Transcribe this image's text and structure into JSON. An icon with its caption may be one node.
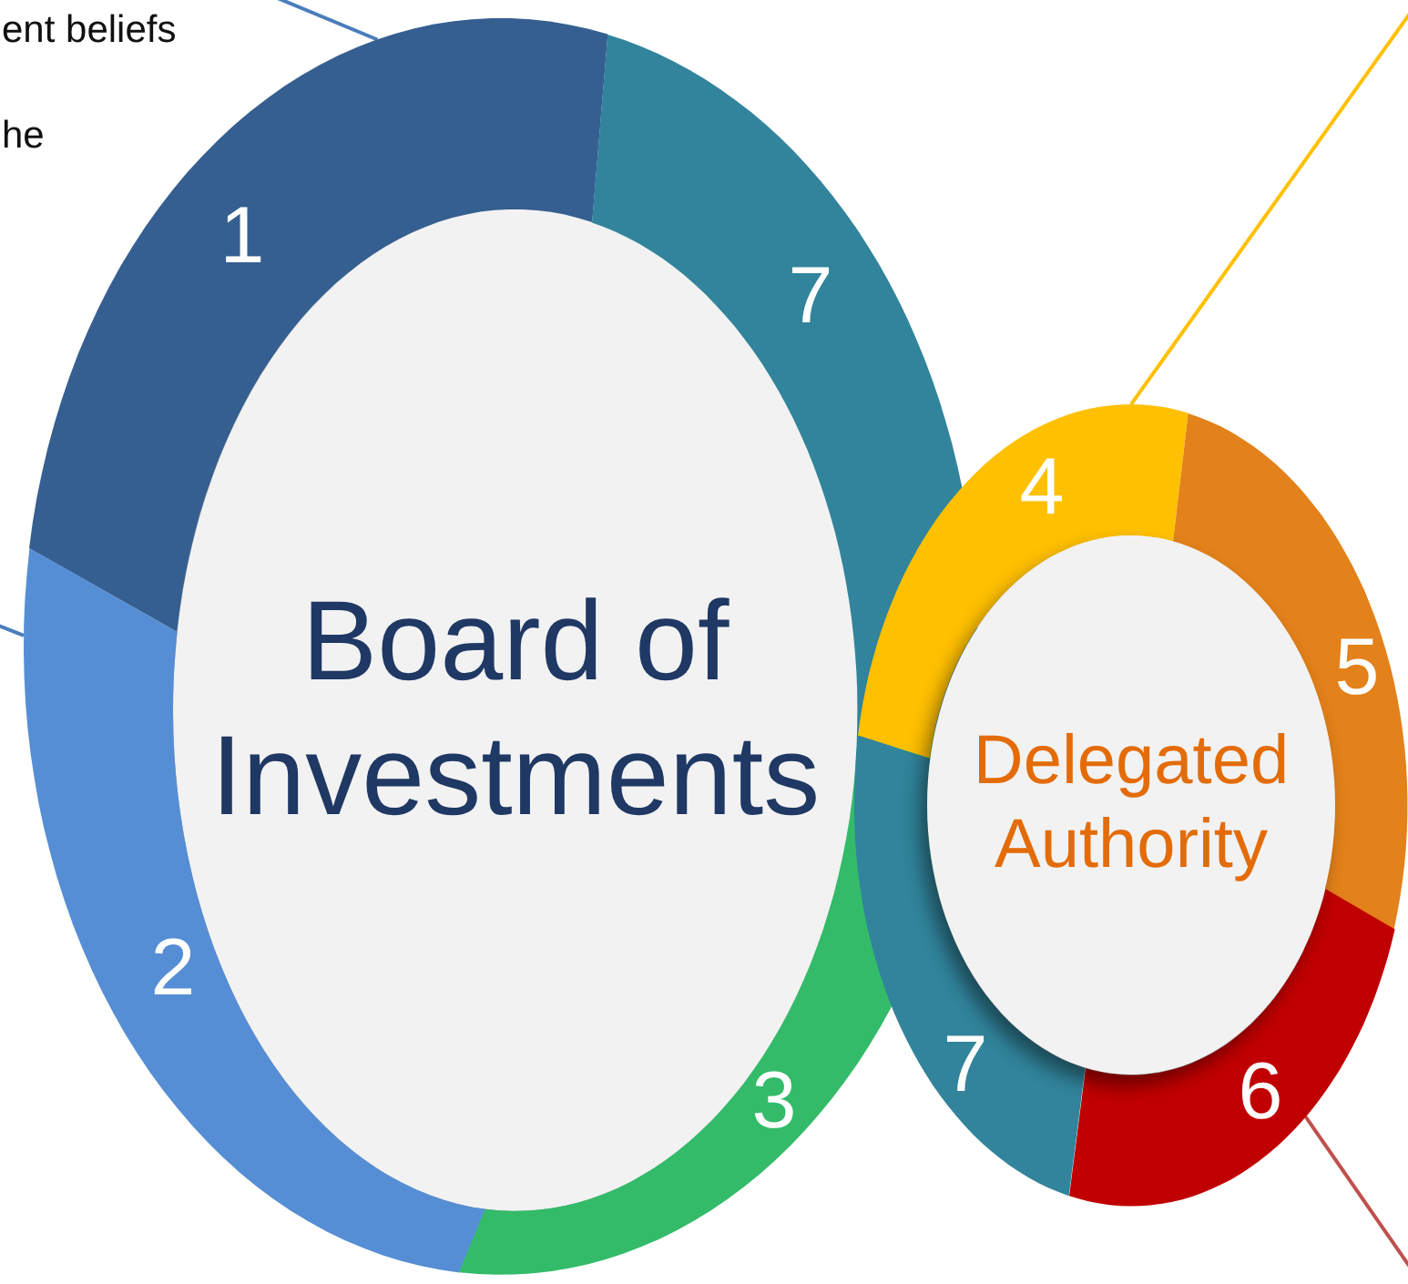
{
  "diagram": {
    "nodes": [
      {
        "text": [
          "1"
        ]
      },
      {
        "text": [
          "7"
        ]
      },
      {
        "text": [
          "2"
        ]
      },
      {
        "text": [
          "3"
        ]
      },
      {
        "text": [
          "Board of Investments"
        ]
      },
      {
        "text": [
          "4"
        ]
      },
      {
        "text": [
          "5"
        ]
      },
      {
        "text": [
          "6"
        ]
      },
      {
        "text": [
          "7"
        ]
      },
      {
        "text": [
          "Delegated Authority"
        ]
      }
    ],
    "edges": [
      {
        "from": null,
        "to": 0,
        "arrow": "none",
        "color": "#4a7ebb"
      },
      {
        "from": null,
        "to": 2,
        "arrow": "none",
        "color": "#4a7ebb"
      },
      {
        "from": 5,
        "to": null,
        "arrow": "none",
        "color": "#ffc000"
      },
      {
        "from": 7,
        "to": null,
        "arrow": "none",
        "color": "#c0504d"
      }
    ],
    "labels": [
      "ent beliefs",
      "he"
    ]
  }
}
